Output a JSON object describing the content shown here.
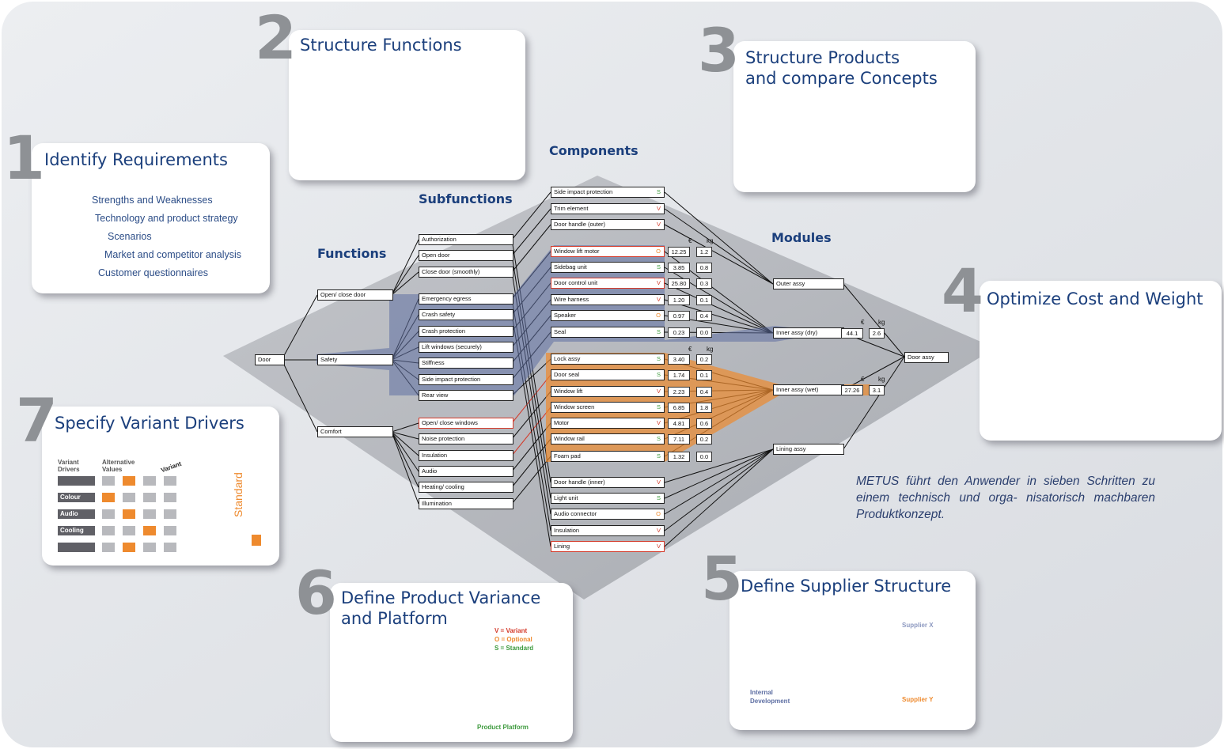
{
  "steps": [
    {
      "num": "1",
      "title": "Identify Requirements",
      "items": [
        "Strengths and Weaknesses",
        "Technology and product strategy",
        "Scenarios",
        "Market and competitor analysis",
        "Customer questionnaires"
      ]
    },
    {
      "num": "2",
      "title": "Structure Functions"
    },
    {
      "num": "3",
      "title": "Structure Products\nand compare Concepts"
    },
    {
      "num": "4",
      "title": "Optimize Cost and Weight"
    },
    {
      "num": "5",
      "title": "Define Supplier Structure",
      "supplier_x": "Supplier X",
      "supplier_y": "Supplier Y",
      "internal": "Internal\nDevelopment"
    },
    {
      "num": "6",
      "title": "Define Product Variance\nand Platform",
      "legend_v": "V = Variant",
      "legend_o": "O = Optional",
      "legend_s": "S = Standard",
      "platform": "Product Platform"
    },
    {
      "num": "7",
      "title": "Specify Variant Drivers",
      "col1": "Variant\nDrivers",
      "col2": "Alternative\nValues",
      "variant": "Variant",
      "standard": "Standard",
      "drivers": [
        "",
        "Colour",
        "Audio",
        "Cooling",
        ""
      ]
    }
  ],
  "diagram": {
    "headers": {
      "functions": "Functions",
      "subfunctions": "Subfunctions",
      "components": "Components",
      "modules": "Modules"
    },
    "root": "Door",
    "functions": [
      "Open/ close door",
      "Safety",
      "Comfort"
    ],
    "subfunctions": [
      "Authorization",
      "Open door",
      "Close door (smoothly)",
      "Emergency egress",
      "Crash safety",
      "Crash protection",
      "Lift windows (securely)",
      "Stiffness",
      "Side impact protection",
      "Rear view",
      "Open/ close windows",
      "Noise protection",
      "Insulation",
      "Audio",
      "Heating/ cooling",
      "Illumination"
    ],
    "components": [
      {
        "name": "Side impact protection",
        "tag": "S"
      },
      {
        "name": "Trim element",
        "tag": "V"
      },
      {
        "name": "Door handle (outer)",
        "tag": "V"
      },
      {
        "name": "Window lift motor",
        "tag": "O",
        "cost": "12.25",
        "weight": "1.2"
      },
      {
        "name": "Sidebag unit",
        "tag": "S",
        "cost": "3.85",
        "weight": "0.8"
      },
      {
        "name": "Door control unit",
        "tag": "V",
        "cost": "25.80",
        "weight": "0.3"
      },
      {
        "name": "Wire harness",
        "tag": "V",
        "cost": "1.20",
        "weight": "0.1"
      },
      {
        "name": "Speaker",
        "tag": "O",
        "cost": "0.97",
        "weight": "0.4"
      },
      {
        "name": "Seal",
        "tag": "S",
        "cost": "0.23",
        "weight": "0.0"
      },
      {
        "name": "Lock assy",
        "tag": "S",
        "cost": "3.40",
        "weight": "0.2"
      },
      {
        "name": "Door seal",
        "tag": "S",
        "cost": "1.74",
        "weight": "0.1"
      },
      {
        "name": "Window lift",
        "tag": "V",
        "cost": "2.23",
        "weight": "0.4"
      },
      {
        "name": "Window screen",
        "tag": "S",
        "cost": "6.85",
        "weight": "1.8"
      },
      {
        "name": "Motor",
        "tag": "V",
        "cost": "4.81",
        "weight": "0.6"
      },
      {
        "name": "Window rail",
        "tag": "S",
        "cost": "7.11",
        "weight": "0.2"
      },
      {
        "name": "Foam pad",
        "tag": "S",
        "cost": "1.32",
        "weight": "0.0"
      },
      {
        "name": "Door handle (inner)",
        "tag": "V"
      },
      {
        "name": "Light unit",
        "tag": "S"
      },
      {
        "name": "Audio connector",
        "tag": "O"
      },
      {
        "name": "Insulation",
        "tag": "V"
      },
      {
        "name": "Lining",
        "tag": "V"
      }
    ],
    "modules": [
      {
        "name": "Outer assy"
      },
      {
        "name": "Inner assy (dry)",
        "cost": "44.1",
        "weight": "2.6"
      },
      {
        "name": "Inner assy (wet)",
        "cost": "27.26",
        "weight": "3.1"
      },
      {
        "name": "Lining assy"
      }
    ],
    "product": "Door assy",
    "unit_cost": "€",
    "unit_weight": "kg"
  },
  "caption": "METUS führt den Anwender in sieben Schritten zu einem technisch und orga- nisatorisch machbaren Produktkonzept.",
  "colors": {
    "title": "#1b3f7c",
    "orange": "#ee8a2e",
    "blue": "#5e6fa3",
    "red": "#d43a2a",
    "green": "#3d9a3d",
    "grey": "#e3e5e8"
  }
}
